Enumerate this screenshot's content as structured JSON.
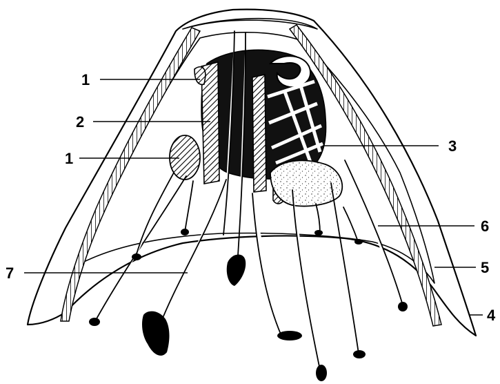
{
  "labels": {
    "l1a": "1",
    "l2": "2",
    "l1b": "1",
    "l3": "3",
    "l6": "6",
    "l7": "7",
    "l5": "5",
    "l4": "4"
  },
  "colors": {
    "ink": "#000000",
    "paper": "#ffffff",
    "stipple": "#222222"
  }
}
